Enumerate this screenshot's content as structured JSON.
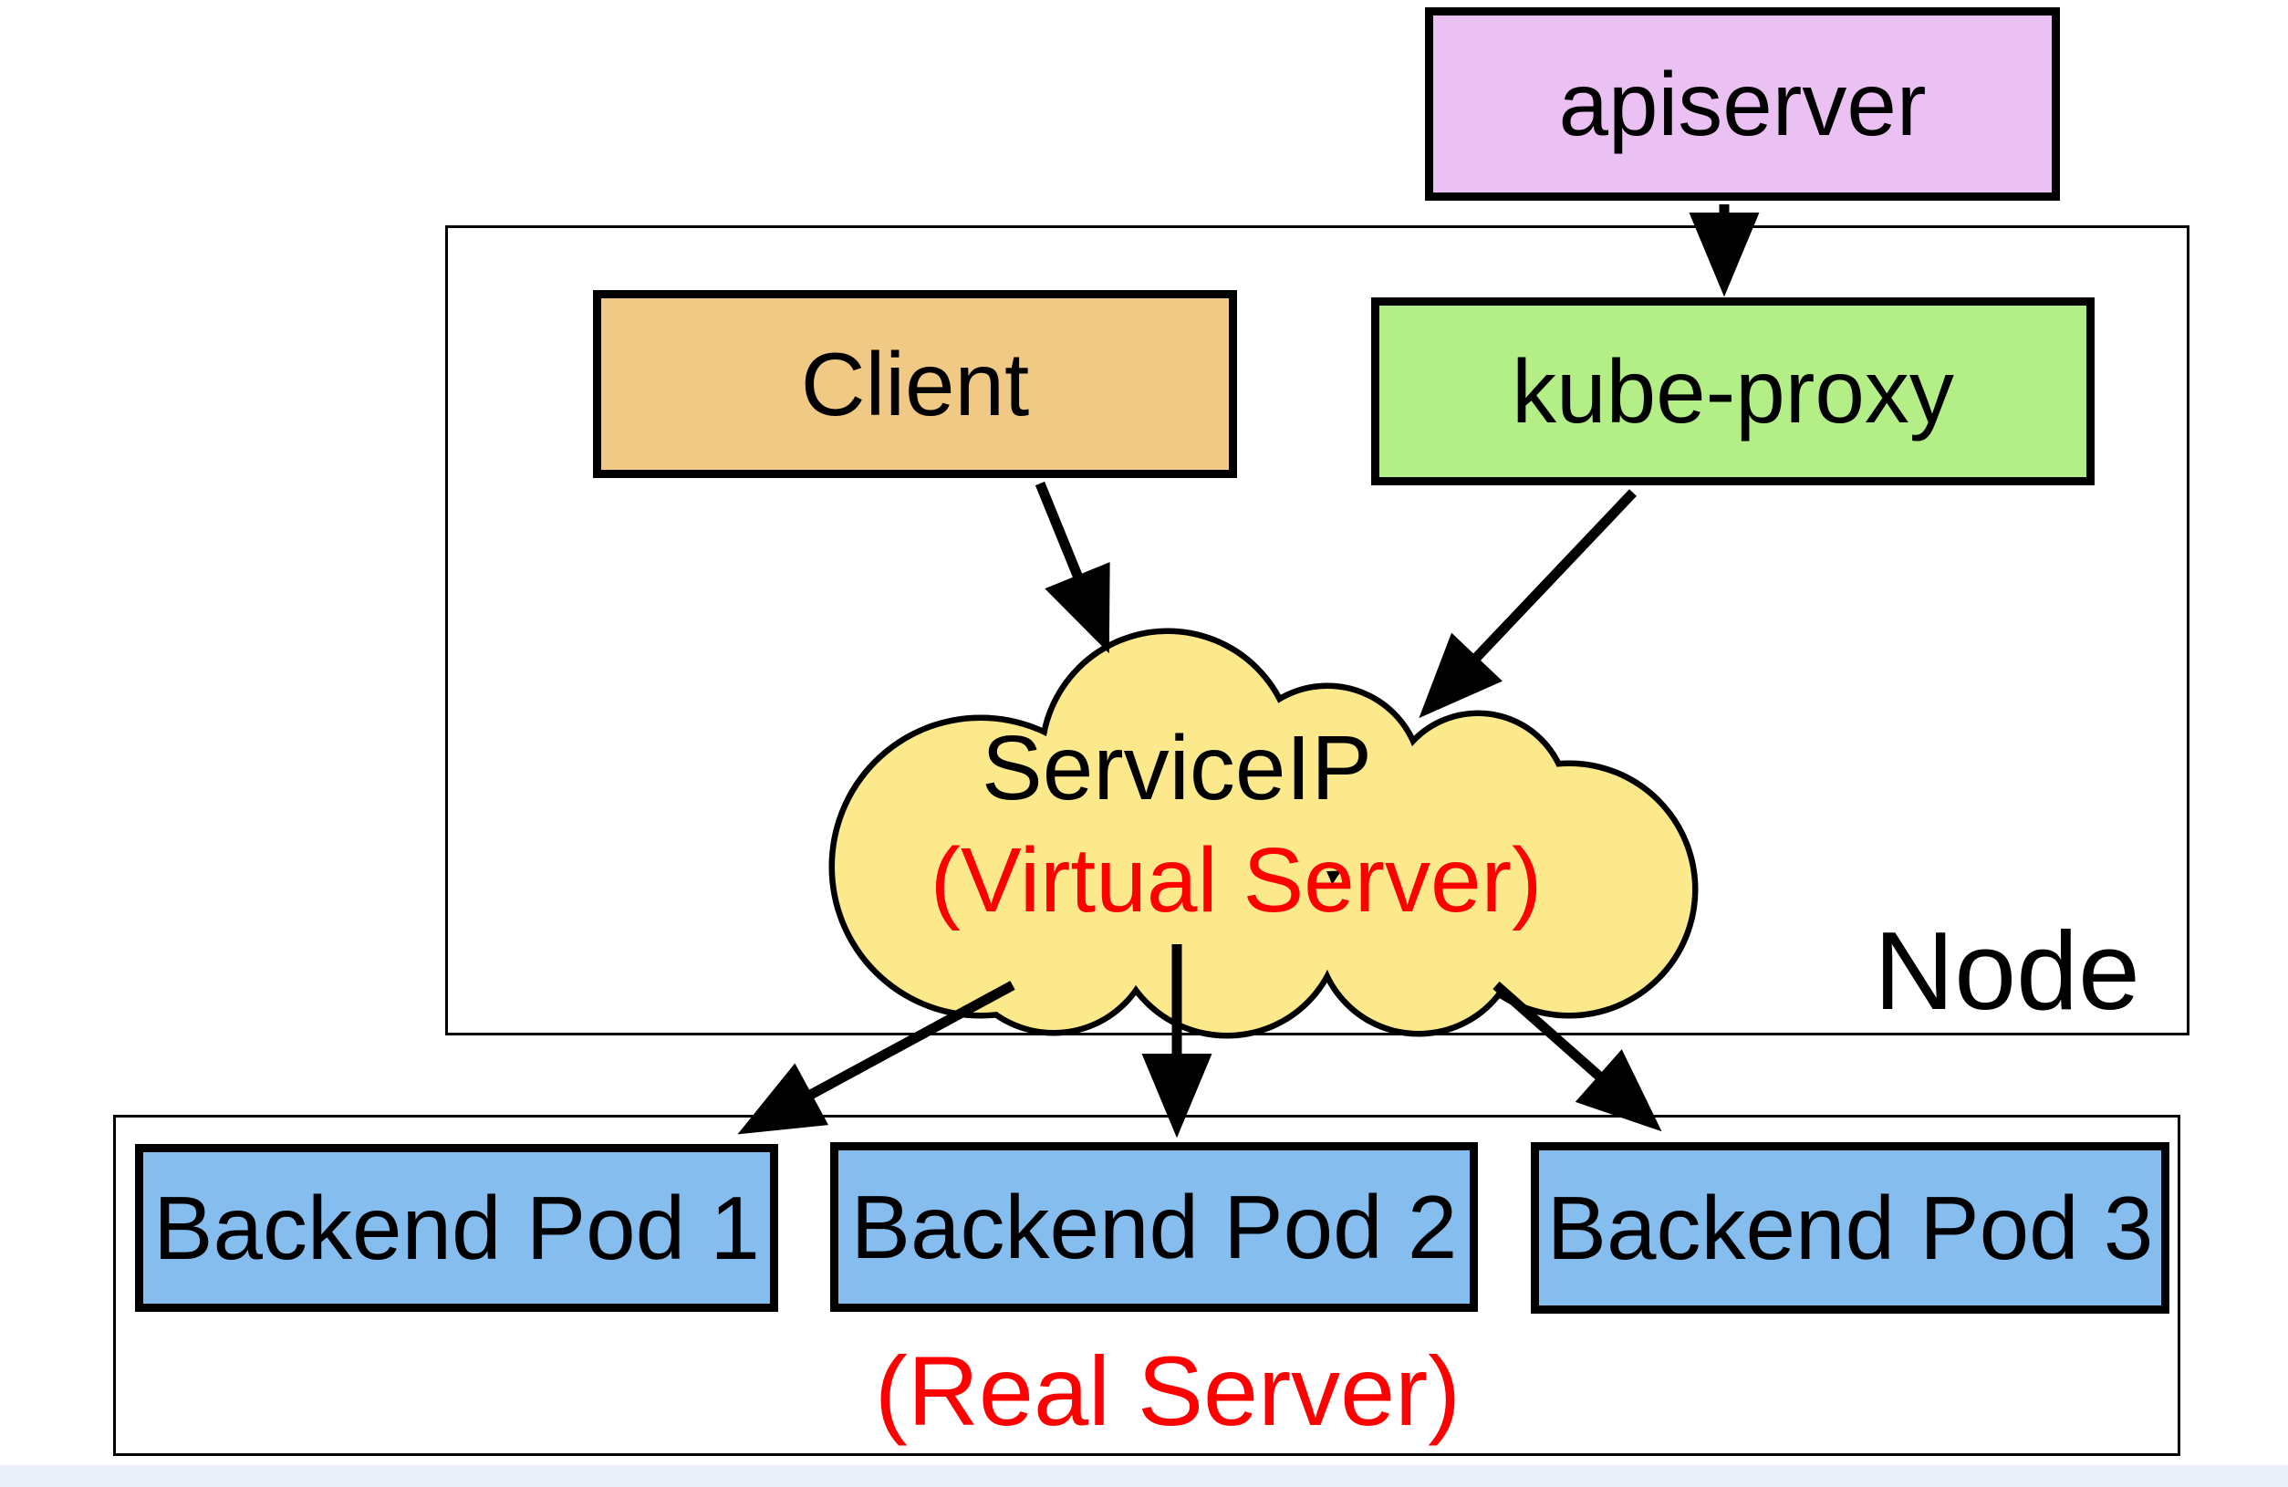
{
  "page": {
    "background": "#ffffff",
    "footer_strip_color": "#ebeff7"
  },
  "diagram": {
    "title_implicit": "kube-proxy virtual server diagram",
    "nodes": {
      "apiserver": {
        "label": "apiserver",
        "fill": "#ebc0f2",
        "border_color": "#000000"
      },
      "client": {
        "label": "Client",
        "fill": "#f0ca85",
        "border_color": "#000000"
      },
      "kube_proxy": {
        "label": "kube-proxy",
        "fill": "#b4ee86",
        "border_color": "#000000"
      },
      "service_ip_cloud": {
        "label": "ServiceIP",
        "sublabel": "(Virtual Server)",
        "fill": "#fbe98c",
        "border_color": "#000000",
        "label_color": "#000000",
        "sublabel_color": "#ff0000"
      },
      "node_container": {
        "label": "Node",
        "border_color": "#000000"
      },
      "real_server_container": {
        "label": "(Real Server)",
        "label_color": "#ff0000",
        "border_color": "#000000"
      },
      "backend_pods": [
        {
          "label": "Backend Pod 1",
          "fill": "#85bdee"
        },
        {
          "label": "Backend Pod 2",
          "fill": "#85bdee"
        },
        {
          "label": "Backend Pod 3",
          "fill": "#85bdee"
        }
      ]
    },
    "connections": [
      {
        "from": "apiserver",
        "to": "kube-proxy"
      },
      {
        "from": "Client",
        "to": "ServiceIP (Virtual Server)"
      },
      {
        "from": "kube-proxy",
        "to": "ServiceIP (Virtual Server)"
      },
      {
        "from": "ServiceIP (Virtual Server)",
        "to": "Backend Pod 1"
      },
      {
        "from": "ServiceIP (Virtual Server)",
        "to": "Backend Pod 2"
      },
      {
        "from": "ServiceIP (Virtual Server)",
        "to": "Backend Pod 3"
      }
    ],
    "arrow_color": "#000000"
  }
}
